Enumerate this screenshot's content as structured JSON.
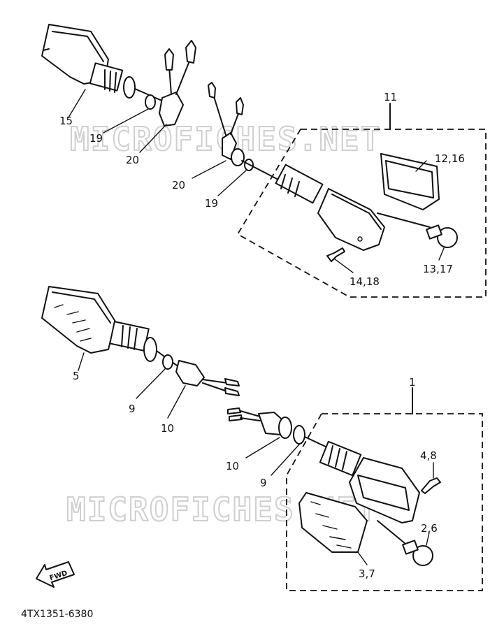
{
  "watermark": "MICROFICHES.NET",
  "part_code": "4TX1351-6380",
  "fwd_label": "FWD",
  "labels": {
    "p15": "15",
    "p19a": "19",
    "p20a": "20",
    "p11": "11",
    "p12_16": "12,16",
    "p20b": "20",
    "p19b": "19",
    "p13_17": "13,17",
    "p14_18": "14,18",
    "p5": "5",
    "p9a": "9",
    "p10a": "10",
    "p1": "1",
    "p10b": "10",
    "p9b": "9",
    "p4_8": "4,8",
    "p2_6": "2,6",
    "p3_7": "3,7"
  }
}
